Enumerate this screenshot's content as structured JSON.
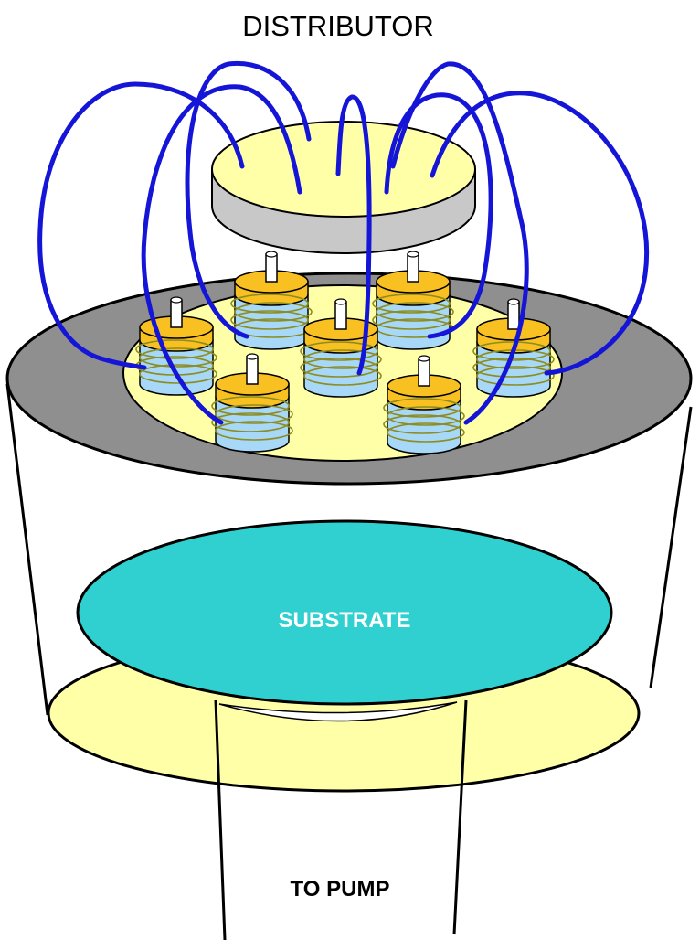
{
  "labels": {
    "distributor": "DISTRIBUTOR",
    "substrate": "SUBSTRATE",
    "pump": "TO PUMP"
  },
  "components": {
    "source_count": 7,
    "tube_count": 7
  },
  "colors": {
    "tube": "#1515d8",
    "plate": "#8f8f8f",
    "pale_yellow": "#ffffa8",
    "distributor_side": "#c8c8c8",
    "crucible": "#a8d8f8",
    "cap": "#f8c020",
    "coil": "#8c8c20",
    "substrate": "#30d0d0",
    "outline": "#000000"
  }
}
